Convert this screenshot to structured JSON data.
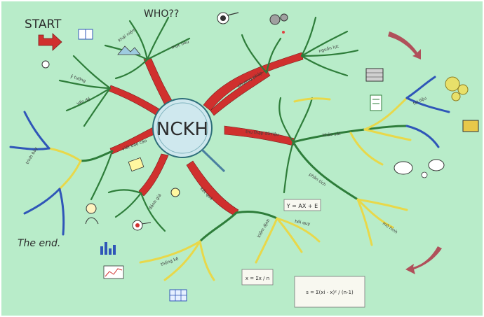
{
  "start_label": "START",
  "who_label": "WHO??",
  "center_label": "NCKH",
  "end_label": "The end.",
  "formula_1": "Y = AX + E",
  "formula_2": "x = Σx / n",
  "formula_3": "s = Σ(xi - x)² / (n-1)",
  "colors": {
    "background": "#b8ecc9",
    "red_branch": "#d0302e",
    "green_branch": "#2e7d3a",
    "yellow_branch": "#e8d84a",
    "blue_branch": "#2f56b8",
    "center_fill": "#cfe8ee",
    "arrow": "#b0505a"
  },
  "icons": [
    "book-icon",
    "mountain-icon",
    "target-icon",
    "gears-icon",
    "money-icon",
    "lightbulb-icon",
    "compass-icon",
    "calculator-icon",
    "bar-chart-icon",
    "line-chart-icon",
    "table-icon",
    "folder-icon",
    "person-icon",
    "dialog-icon",
    "arrow-icon"
  ]
}
